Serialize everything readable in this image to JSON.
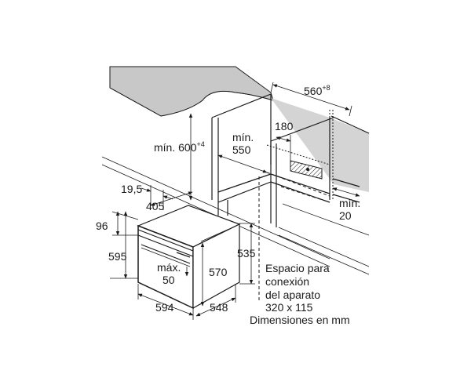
{
  "labels": {
    "cabinet_width": "560",
    "cabinet_width_tol": "+8",
    "opening_height": "mín. 600",
    "opening_height_tol": "+4",
    "min_depth_label": "mín.",
    "min_depth_value": "550",
    "conn_offset": "180",
    "back_gap_label": "mín.",
    "back_gap_value": "20",
    "front_offset": "19,5",
    "front_depth": "405",
    "panel_height": "96",
    "total_height": "595",
    "max_label": "máx.",
    "max_value": "50",
    "inner_height": "570",
    "body_height": "535",
    "total_width": "594",
    "total_depth": "548"
  },
  "note_lines": [
    "Espacio para",
    "conexión",
    "del aparato",
    "320 x 115",
    "Dimensiones en mm"
  ],
  "colors": {
    "worktop": "#c8c8c8",
    "cabinet": "#d4d4d4",
    "line": "#1a1a1a"
  }
}
